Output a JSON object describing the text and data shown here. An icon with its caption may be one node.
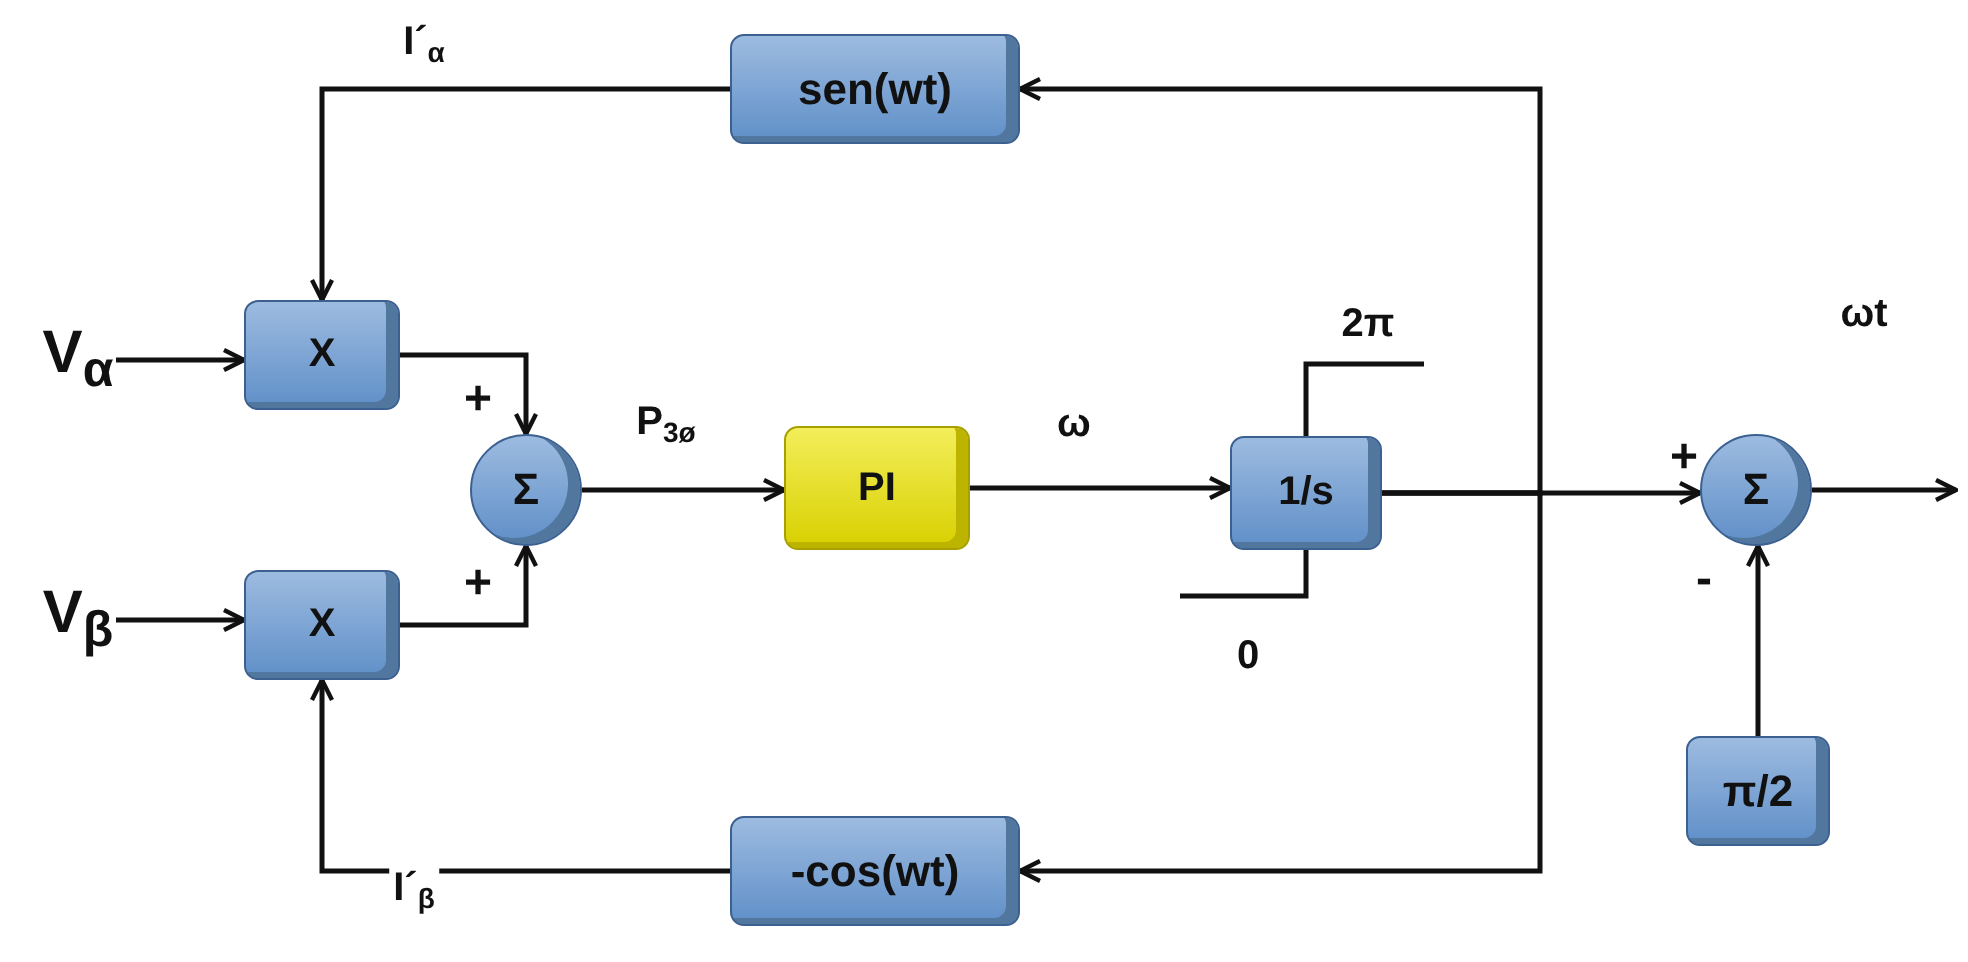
{
  "diagram": {
    "nodes": [
      {
        "text": [
          "V$_{α}$"
        ]
      },
      {
        "text": [
          "V$_{β}$"
        ]
      },
      {
        "text": [
          "X"
        ]
      },
      {
        "text": [
          "X"
        ]
      },
      {
        "text": [
          "Σ"
        ]
      },
      {
        "text": [
          "PI"
        ]
      },
      {
        "text": [
          "1/s"
        ]
      },
      {
        "text": [
          "Σ"
        ]
      },
      {
        "text": [
          "π/2"
        ]
      },
      {
        "text": [
          "sen(wt)"
        ]
      },
      {
        "text": [
          "-cos(wt)"
        ]
      }
    ],
    "edges": [
      {
        "from": 0,
        "to": 2,
        "arrow": "to"
      },
      {
        "from": 1,
        "to": 3,
        "arrow": "to"
      },
      {
        "from": 2,
        "to": 4,
        "arrow": "to"
      },
      {
        "from": 3,
        "to": 4,
        "arrow": "to"
      },
      {
        "from": 4,
        "to": 5,
        "arrow": "to",
        "label": "P$_{3ø}$"
      },
      {
        "from": 5,
        "to": 6,
        "arrow": "to",
        "label": "ω"
      },
      {
        "from": 6,
        "to": 7,
        "arrow": "to"
      },
      {
        "from": 6,
        "to": 9,
        "arrow": "to"
      },
      {
        "from": 6,
        "to": 10,
        "arrow": "to"
      },
      {
        "from": 9,
        "to": 2,
        "arrow": "to",
        "label": "I´$_{α}$"
      },
      {
        "from": 10,
        "to": 3,
        "arrow": "to",
        "label": "I´$_{β}$"
      },
      {
        "from": 8,
        "to": 7,
        "arrow": "to"
      },
      {
        "from": 7,
        "to": null,
        "arrow": "to",
        "label": "ωt"
      }
    ],
    "labels": [
      "+",
      "+",
      "2π",
      "0",
      "+",
      "-"
    ]
  }
}
